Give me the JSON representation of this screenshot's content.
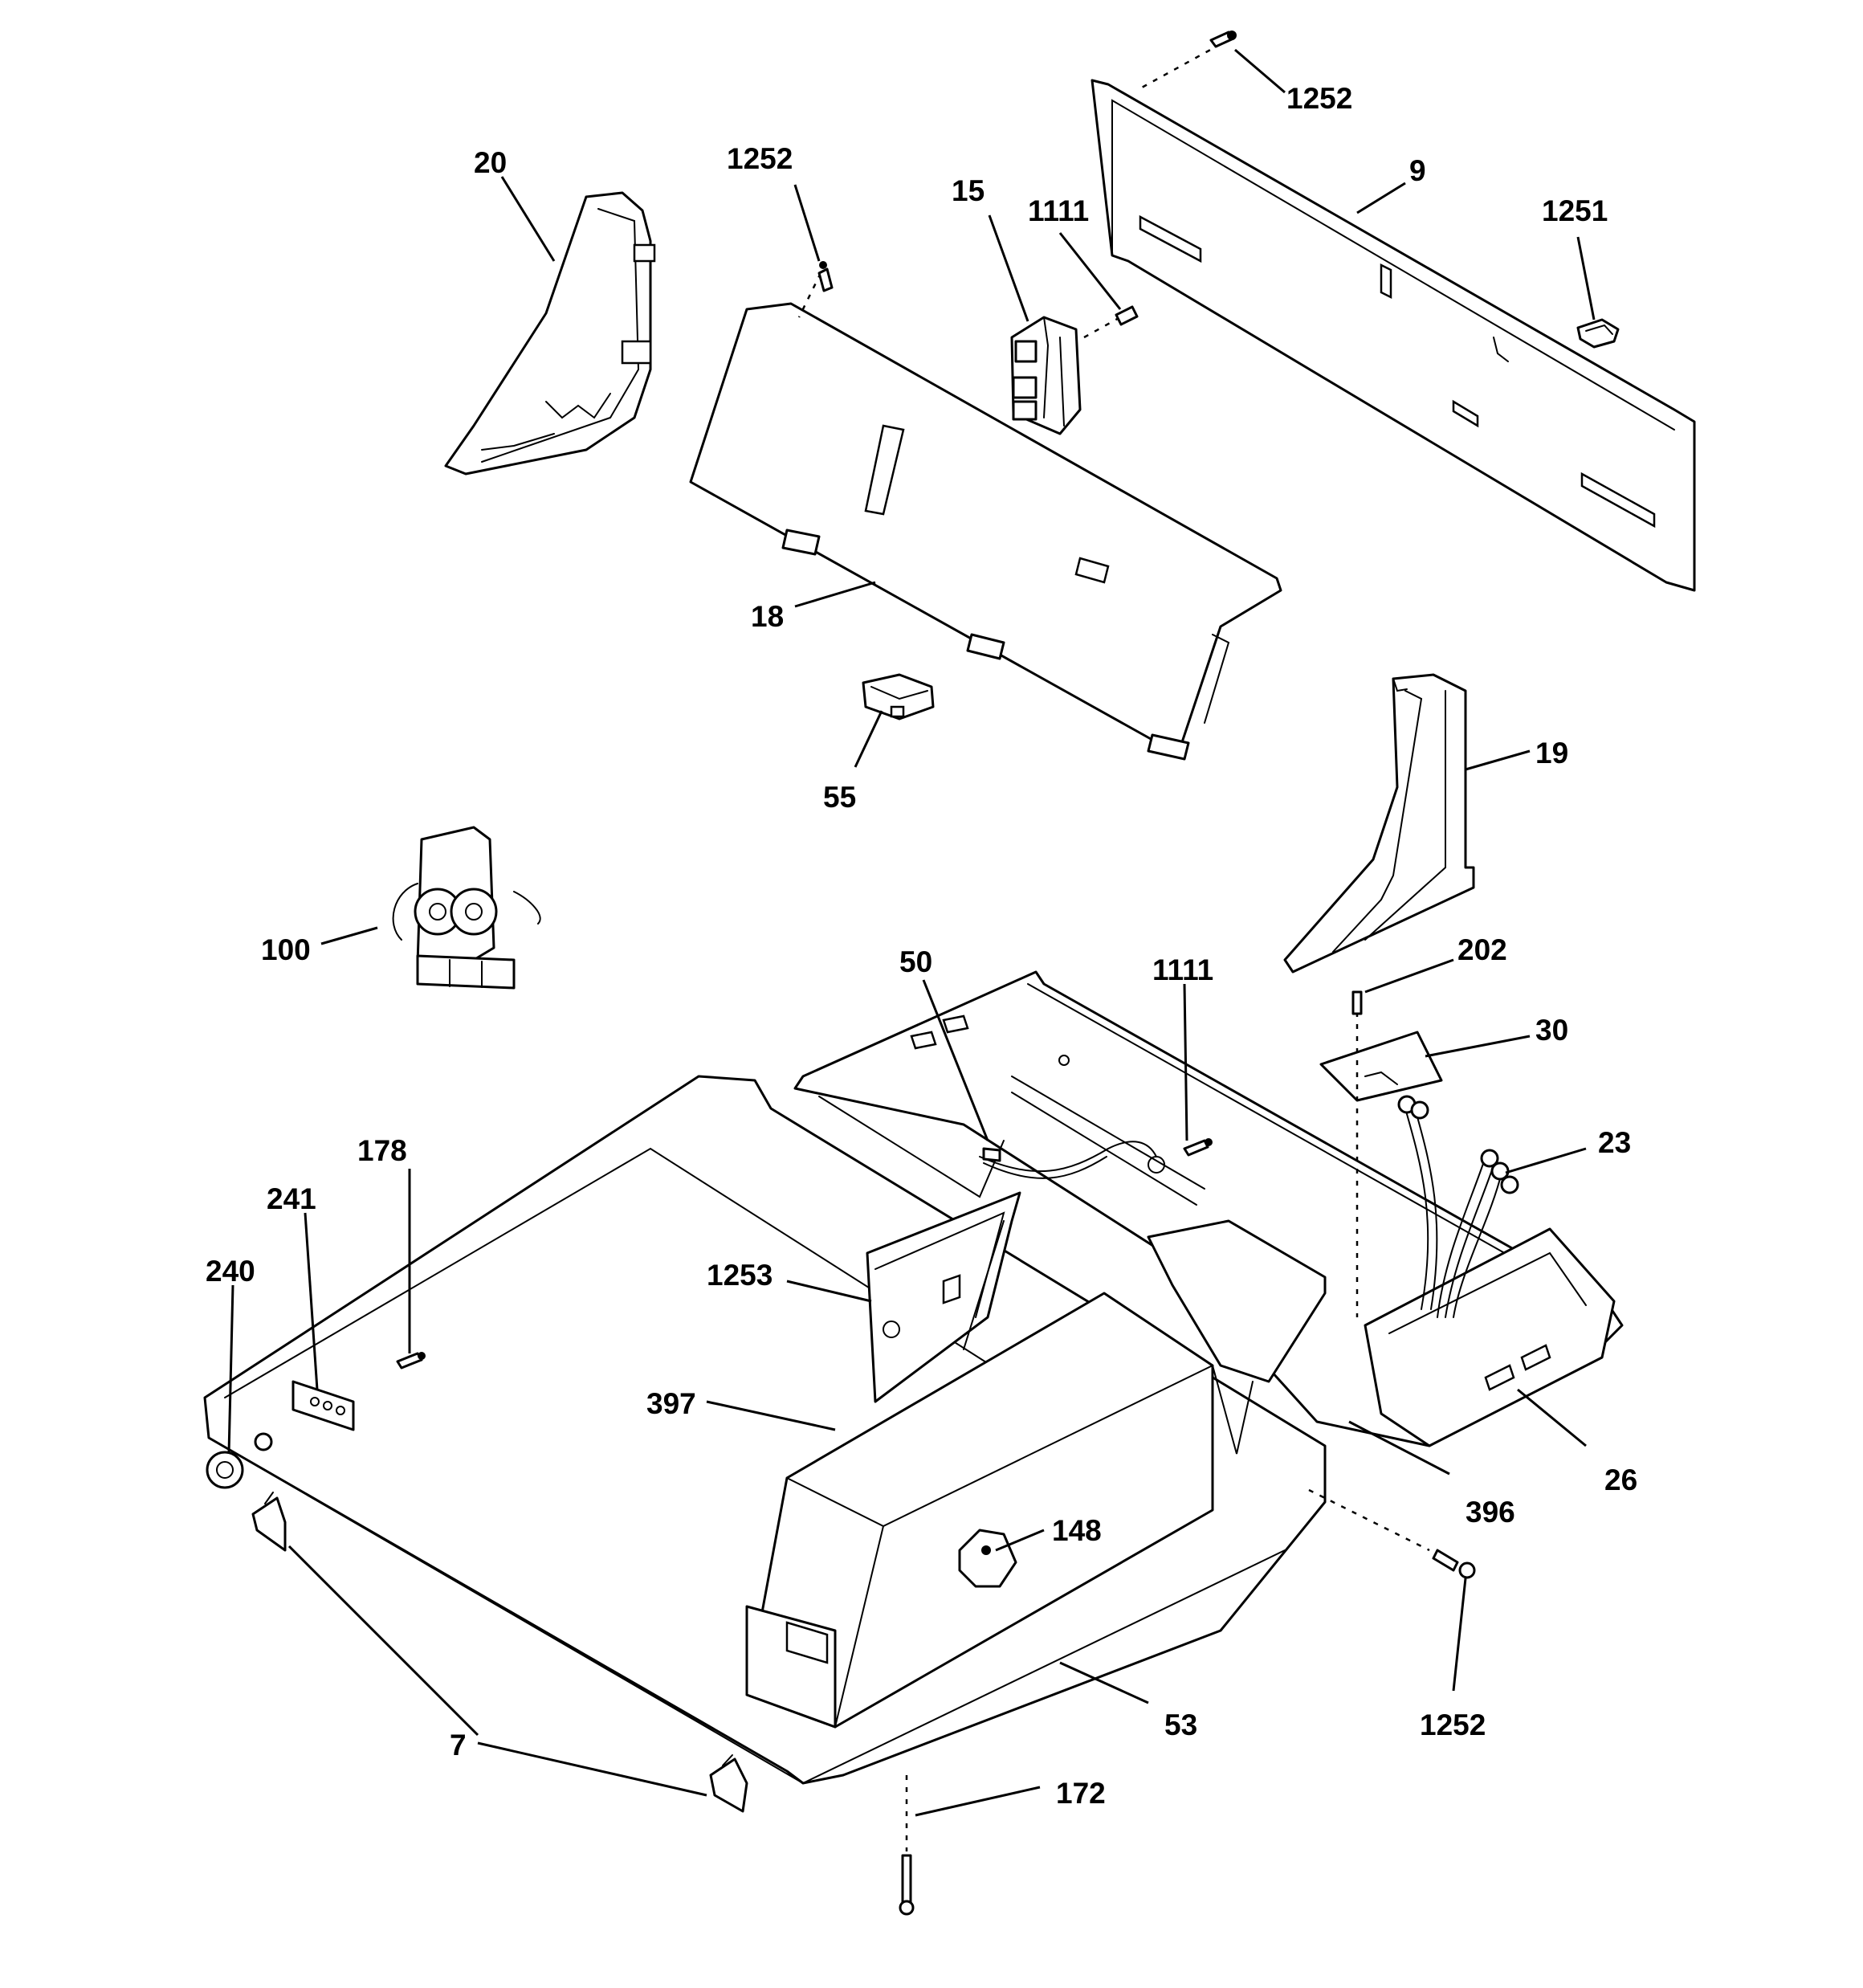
{
  "diagram": {
    "callouts": {
      "c1252_top": "1252",
      "c9": "9",
      "c1251": "1251",
      "c20": "20",
      "c1252_mid": "1252",
      "c15": "15",
      "c1111_top": "1111",
      "c18": "18",
      "c55": "55",
      "c19": "19",
      "c100": "100",
      "c50": "50",
      "c1111_bot": "1111",
      "c202": "202",
      "c30": "30",
      "c23": "23",
      "c178": "178",
      "c241": "241",
      "c240": "240",
      "c1253": "1253",
      "c397": "397",
      "c396": "396",
      "c26": "26",
      "c148": "148",
      "c1252_bot": "1252",
      "c53": "53",
      "c7": "7",
      "c172": "172"
    }
  }
}
